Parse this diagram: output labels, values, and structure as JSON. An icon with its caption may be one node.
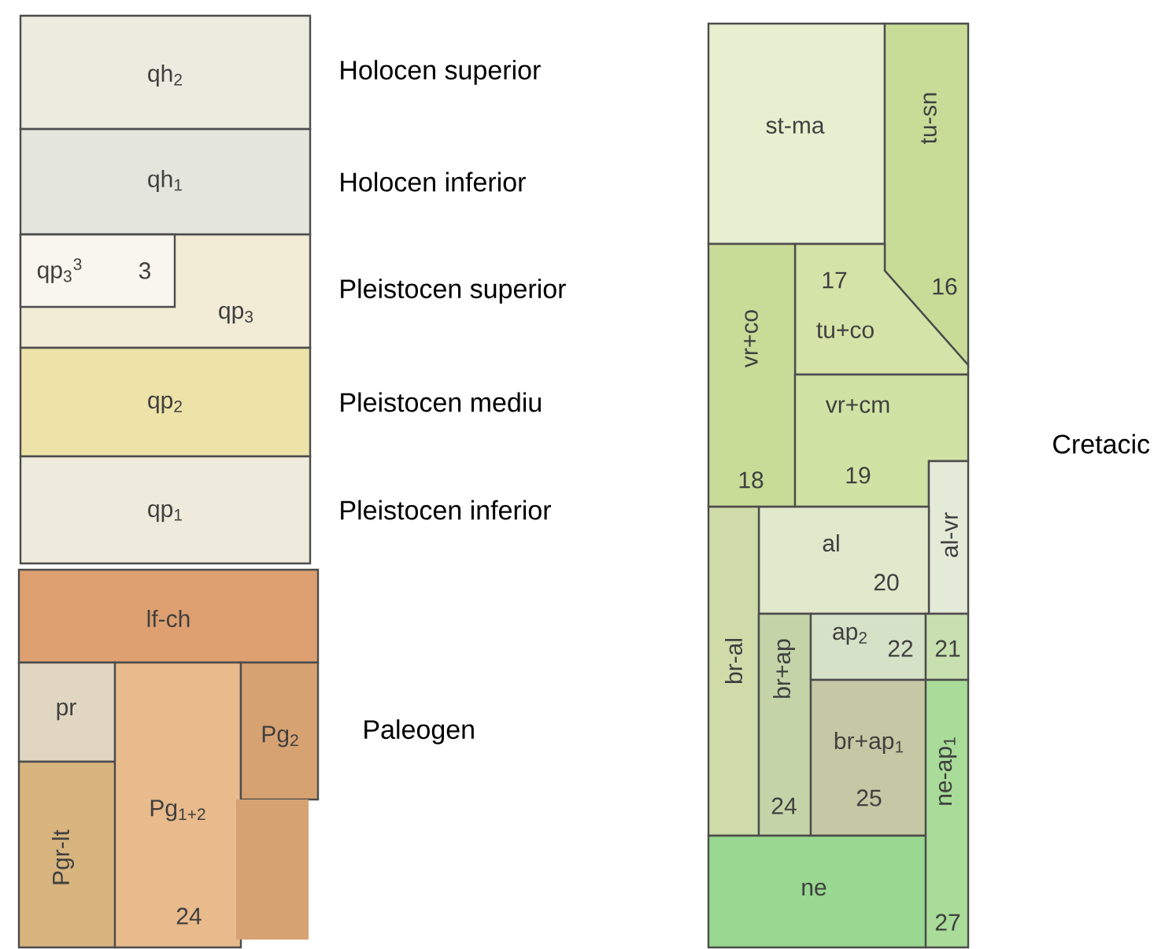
{
  "diagram": {
    "nodes": [
      {
        "text": [
          "qh$_{2}$"
        ],
        "beside": [
          "Holocen superior"
        ]
      },
      {
        "text": [
          "qh$_{1}$"
        ],
        "beside": [
          "Holocen inferior"
        ]
      },
      {
        "text": [
          "qp$_{3}$"
        ],
        "beside": [
          "Pleistocen superior"
        ]
      },
      {
        "text": [
          "qp$_{3}$$^{3}$",
          "3"
        ],
        "in": 2
      },
      {
        "text": [
          "qp$_{2}$"
        ],
        "beside": [
          "Pleistocen mediu"
        ]
      },
      {
        "text": [
          "qp$_{1}$"
        ],
        "beside": [
          "Pleistocen inferior"
        ]
      },
      {
        "text": [
          "lf-ch"
        ]
      },
      {
        "text": [
          "pr"
        ]
      },
      {
        "text": [
          "Pgr-lt"
        ]
      },
      {
        "text": [
          "Pg$_{1+2}$",
          "24"
        ]
      },
      {
        "text": [
          "Pg$_{2}$"
        ]
      },
      {
        "text": [
          "st-ma"
        ]
      },
      {
        "text": [
          "tu-sn",
          "16"
        ]
      },
      {
        "text": [
          "17",
          "tu+co"
        ]
      },
      {
        "text": [
          "vr+co",
          "18"
        ]
      },
      {
        "text": [
          "vr+cm",
          "19"
        ]
      },
      {
        "text": [
          "al-vr"
        ]
      },
      {
        "text": [
          "al",
          "20"
        ]
      },
      {
        "text": [
          "br-al"
        ]
      },
      {
        "text": [
          "br+ap",
          "24"
        ]
      },
      {
        "text": [
          "ap$_{2}$",
          "22"
        ]
      },
      {
        "text": [
          "21"
        ]
      },
      {
        "text": [
          "br+ap$_{1}$",
          "25"
        ]
      },
      {
        "text": [
          "ne"
        ]
      },
      {
        "text": [
          "ne-ap$_{1}$",
          "27"
        ]
      }
    ],
    "labels": [
      "Paleogen",
      "Cretacic"
    ]
  }
}
